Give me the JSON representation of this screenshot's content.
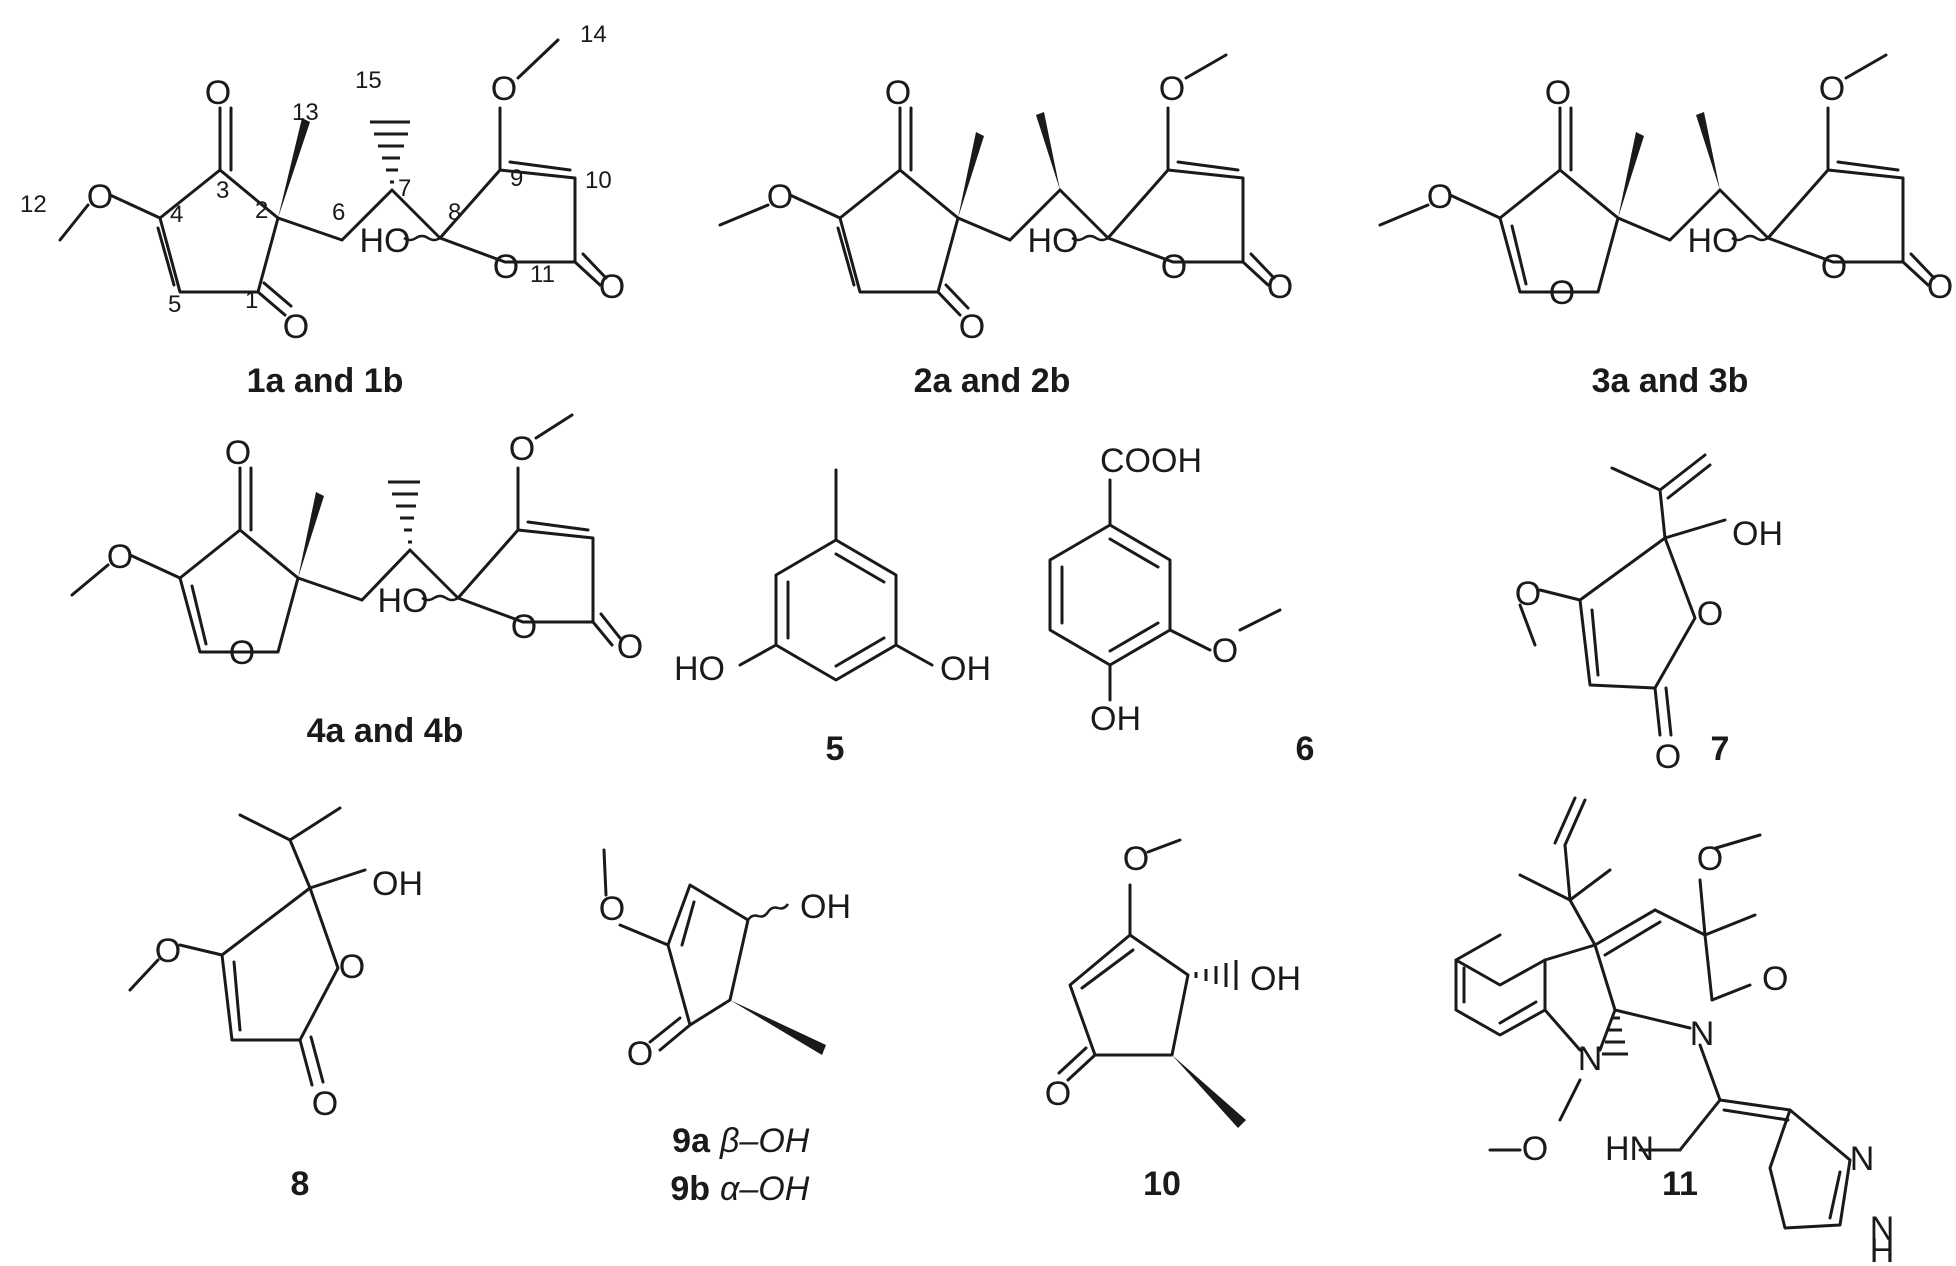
{
  "compounds": [
    {
      "id": "c1",
      "label": "1a and 1b",
      "atoms": {
        "o_top": "O",
        "o_bot": "O",
        "o_me4": "O",
        "o_me9": "O",
        "ho": "HO",
        "o_ring": "O",
        "o_lac": "O"
      },
      "numbering": {
        "n1": "1",
        "n2": "2",
        "n3": "3",
        "n4": "4",
        "n5": "5",
        "n6": "6",
        "n7": "7",
        "n8": "8",
        "n9": "9",
        "n10": "10",
        "n11": "11",
        "n12": "12",
        "n13": "13",
        "n14": "14",
        "n15": "15"
      }
    },
    {
      "id": "c2",
      "label": "2a and 2b",
      "atoms": {
        "o_top": "O",
        "o_bot": "O",
        "o_me4": "O",
        "o_me9": "O",
        "ho": "HO",
        "o_ring": "O",
        "o_lac": "O"
      }
    },
    {
      "id": "c3",
      "label": "3a and 3b",
      "atoms": {
        "o_top": "O",
        "o_ring": "O",
        "o_me4": "O",
        "o_me9": "O",
        "ho": "HO",
        "o_ring2": "O",
        "o_lac": "O"
      }
    },
    {
      "id": "c4",
      "label": "4a and 4b",
      "atoms": {
        "o_top": "O",
        "o_ring": "O",
        "o_me4": "O",
        "o_me9": "O",
        "ho": "HO",
        "o_ring2": "O",
        "o_lac": "O"
      }
    },
    {
      "id": "c5",
      "label": "5",
      "atoms": {
        "ho": "HO",
        "oh": "OH"
      }
    },
    {
      "id": "c6",
      "label": "6",
      "atoms": {
        "cooh": "COOH",
        "o_me": "O",
        "oh": "OH"
      }
    },
    {
      "id": "c7",
      "label": "7",
      "atoms": {
        "oh": "OH",
        "o_me": "O",
        "o_ring": "O",
        "o_lac": "O"
      }
    },
    {
      "id": "c8",
      "label": "8",
      "atoms": {
        "oh": "OH",
        "o_me": "O",
        "o_ring": "O",
        "o_lac": "O"
      }
    },
    {
      "id": "c9",
      "label": "9a",
      "label2": "9b",
      "subtitle_a": "β–OH",
      "subtitle_b": "α–OH",
      "atoms": {
        "o_me": "O",
        "oh": "OH",
        "o_keto": "O"
      }
    },
    {
      "id": "c10",
      "label": "10",
      "atoms": {
        "o_me": "O",
        "oh": "OH",
        "o_keto": "O"
      }
    },
    {
      "id": "c11",
      "label": "11",
      "atoms": {
        "o_me": "O",
        "o_keto": "O",
        "n_amide": "N",
        "n_indole": "N",
        "o_n": "O",
        "hn": "HN",
        "n_imid": "N",
        "n_imid2": "N",
        "h_imid": "H"
      }
    }
  ]
}
